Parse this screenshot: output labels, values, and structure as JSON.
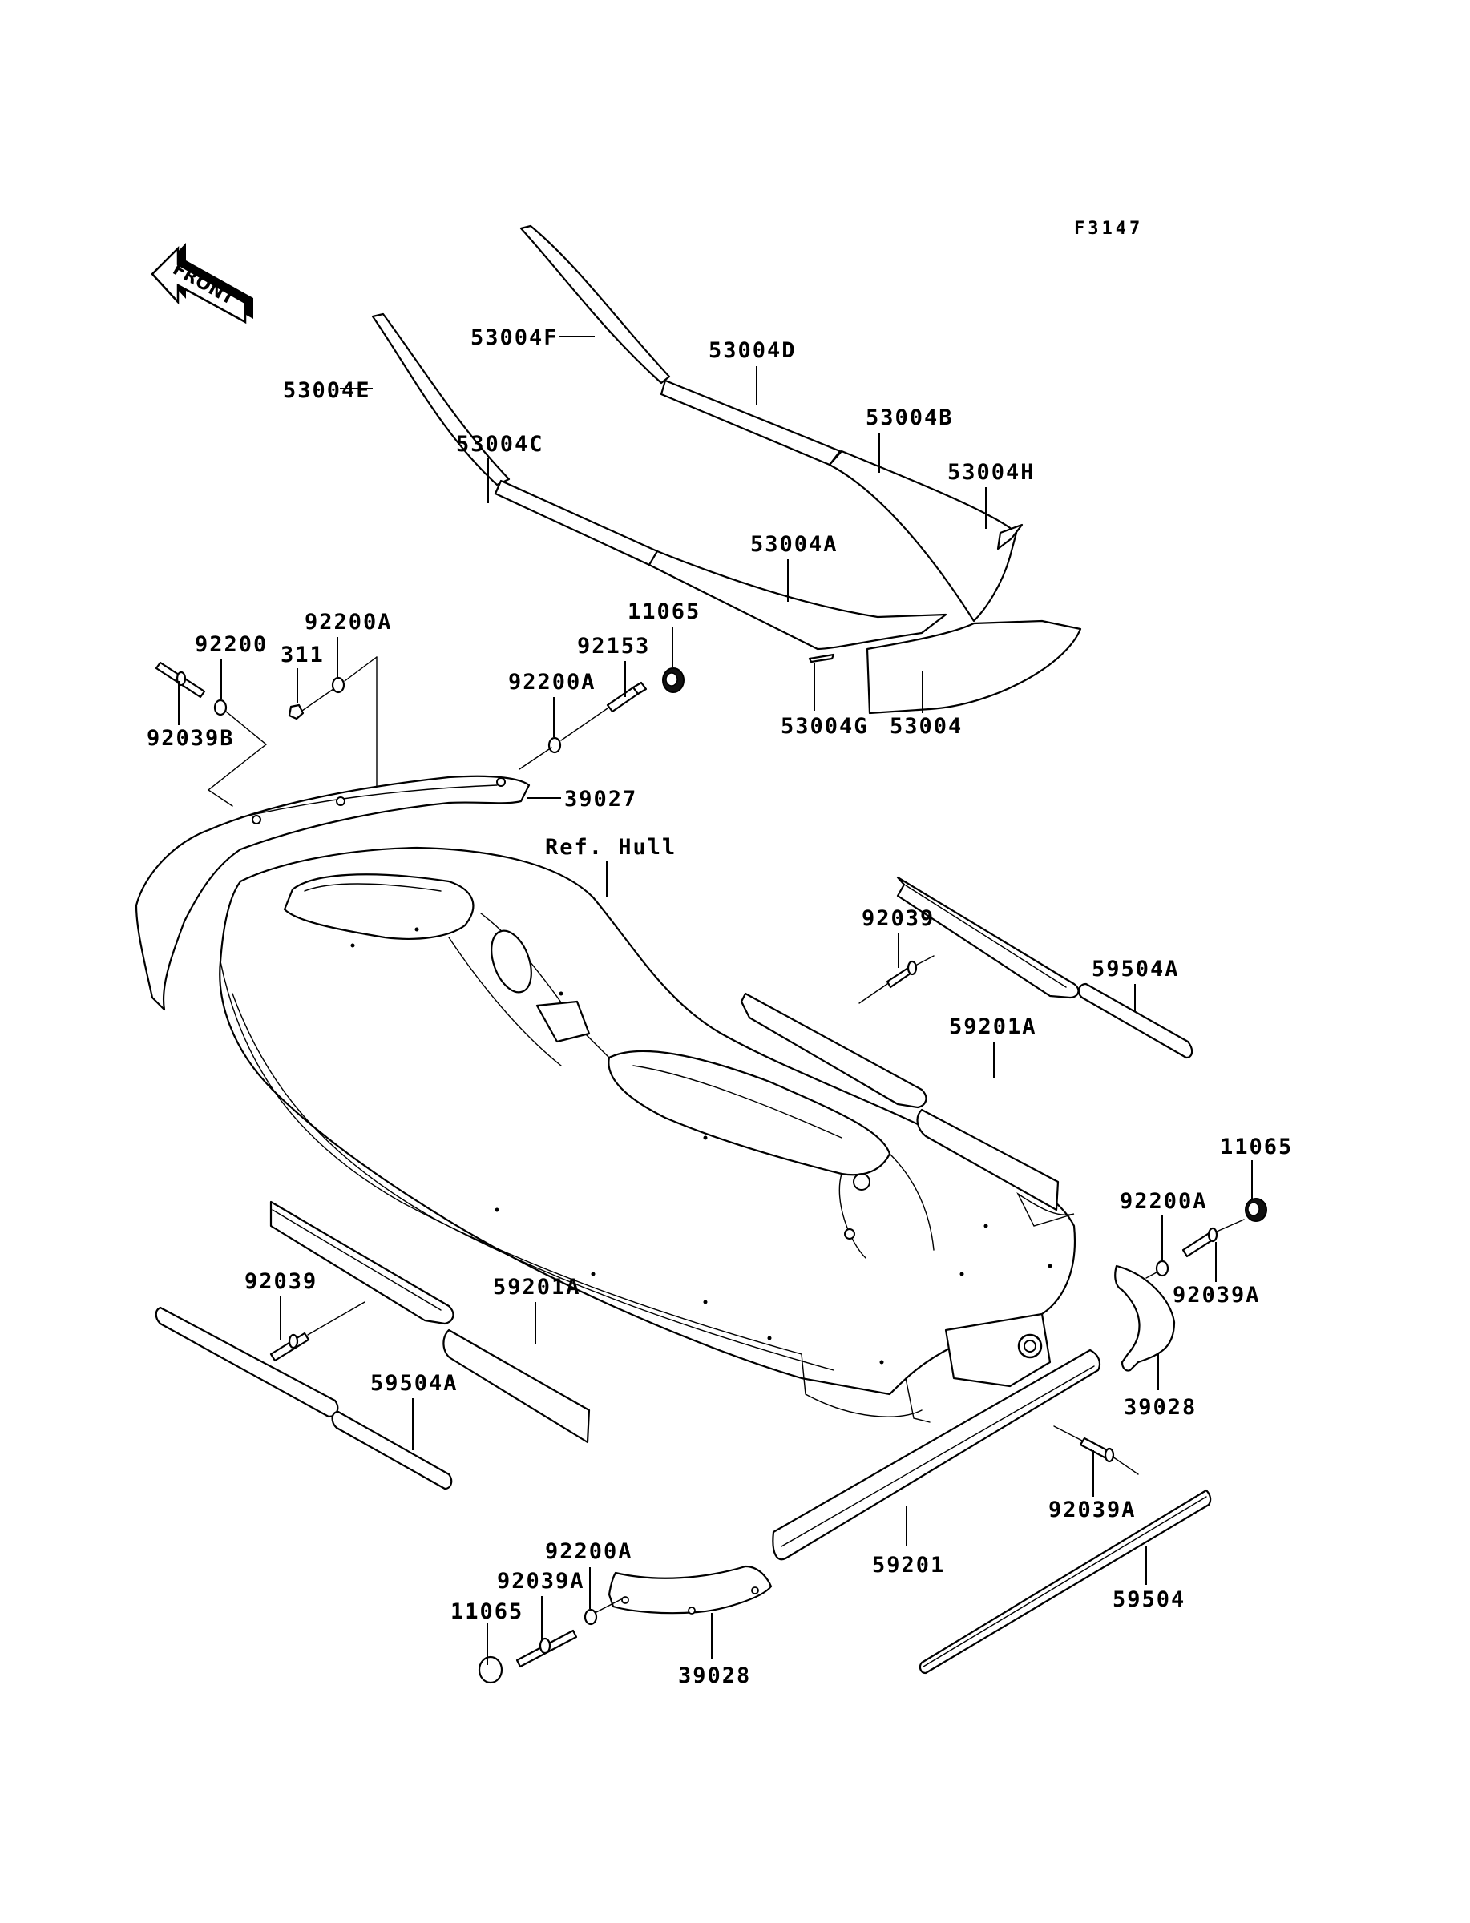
{
  "figure_id": "F3147",
  "front_indicator": "FRONT",
  "reference": "Ref. Hull",
  "labels": {
    "l_53004F": "53004F",
    "l_53004D": "53004D",
    "l_53004E": "53004E",
    "l_53004B": "53004B",
    "l_53004C": "53004C",
    "l_53004H": "53004H",
    "l_53004A": "53004A",
    "l_53004G": "53004G",
    "l_53004": "53004",
    "l_11065_top": "11065",
    "l_92153": "92153",
    "l_92200A_top": "92200A",
    "l_92200A_mid": "92200A",
    "l_92200": "92200",
    "l_311": "311",
    "l_92039B": "92039B",
    "l_39027": "39027",
    "l_92039_right": "92039",
    "l_59504A_right": "59504A",
    "l_59201A_right": "59201A",
    "l_11065_right": "11065",
    "l_92200A_right": "92200A",
    "l_92039A_right": "92039A",
    "l_39028_right": "39028",
    "l_92039_left": "92039",
    "l_59201A_left": "59201A",
    "l_59504A_left": "59504A",
    "l_92039A_bottom": "92039A",
    "l_59201": "59201",
    "l_59504": "59504",
    "l_92200A_bottom": "92200A",
    "l_92039A_bottom_left": "92039A",
    "l_11065_bottom": "11065",
    "l_39028_bottom": "39028"
  }
}
